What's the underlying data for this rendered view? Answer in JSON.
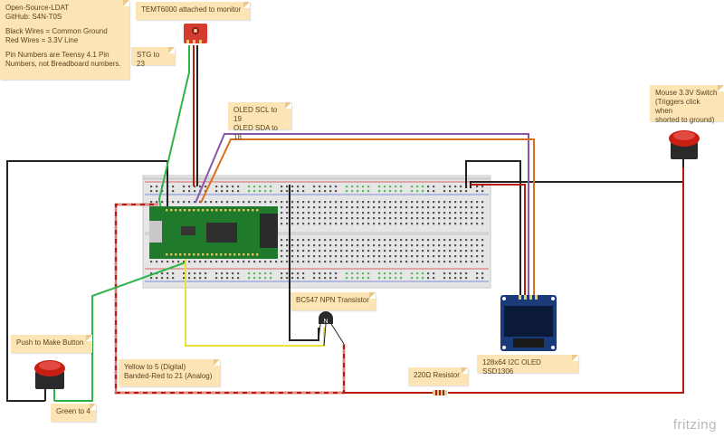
{
  "notes": {
    "info": {
      "line1": "Open-Source-LDAT",
      "line2": "GitHub: S4N-T0S",
      "line3": "Black Wires = Common Ground",
      "line4": "Red Wires = 3.3V Line",
      "line5": "Pin Numbers are Teensy 4.1 Pin",
      "line6": "Numbers, not Breadboard numbers."
    },
    "temt": "TEMT6000 attached to monitor",
    "stg": "STG to 23",
    "oled_pins": {
      "line1": "OLED SCL to 19",
      "line2": "OLED SDA to 18"
    },
    "mouse": {
      "line1": "Mouse 3.3V Switch",
      "line2": "(Triggers click when",
      "line3": "shorted to ground)"
    },
    "bc547": "BC547 NPN Transistor",
    "push": "Push to Make Button",
    "yellow": {
      "line1": "Yellow to 5 (Digital)",
      "line2": "Banded-Red to 21 (Analog)"
    },
    "oled_model": "128x64 I2C OLED SSD1306",
    "resistor": "220Ω Resistor",
    "green": "Green to 4"
  },
  "brand": "fritzing",
  "colors": {
    "ground": "#222222",
    "power": "#b81a10",
    "green": "#2fb34a",
    "yellow": "#e8e23a",
    "purple": "#8a56a8",
    "orange": "#d8711c",
    "note": "#fce4b5",
    "teensy": "#1f7a2c",
    "oled": "#1a3a7a"
  }
}
